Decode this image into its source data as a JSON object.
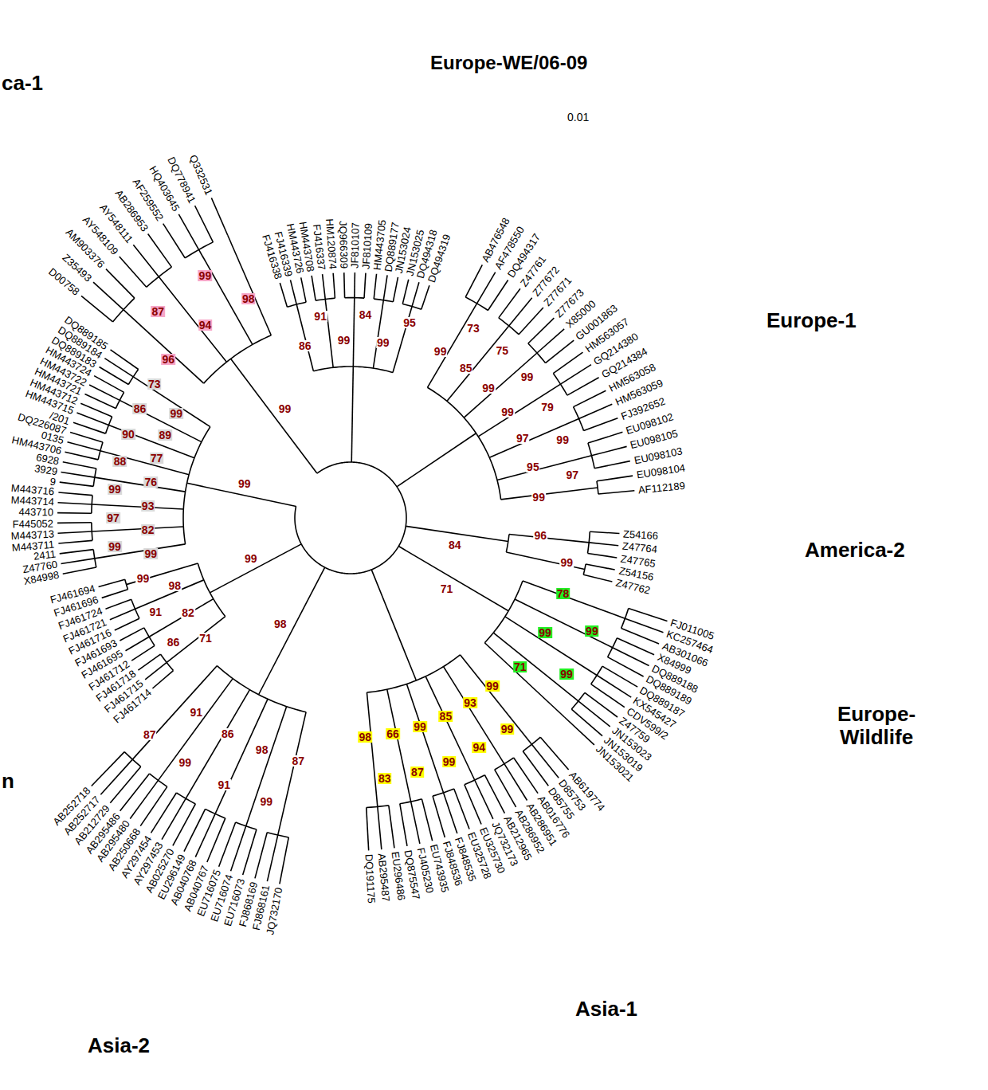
{
  "diagram": {
    "nodes": [
      {
        "text": [
          "ca-1"
        ]
      },
      {
        "text": [
          "Europe-WE/06-09"
        ]
      },
      {
        "text": [
          "Europe-1"
        ]
      },
      {
        "text": [
          "America-2"
        ]
      },
      {
        "text": [
          "n"
        ]
      },
      {
        "text": [
          "Europe- Wildlife"
        ]
      },
      {
        "text": [
          "Asia-1"
        ]
      },
      {
        "text": [
          "Asia-2"
        ]
      }
    ],
    "labels": [
      "D00758",
      "Z35493",
      "AM903376",
      "AY548109",
      "AY548111",
      "AB286953",
      "AF259552",
      "HQ403645",
      "DQ778941",
      "Q332531",
      "96",
      "87",
      "94",
      "99",
      "98",
      "FJ416338",
      "FJ416339",
      "HM443726",
      "HM443708",
      "FJ416337",
      "HM120874",
      "JQ966309",
      "JF810107",
      "JF810109",
      "HM443705",
      "DQ889177",
      "JN153024",
      "JN153025",
      "DQ494318",
      "DQ494319",
      "86",
      "91",
      "99",
      "84",
      "99",
      "95",
      "AB476548",
      "AF478550",
      "DQ494317",
      "Z47761",
      "Z77672",
      "Z77671",
      "Z77673",
      "X85000",
      "GU001863",
      "HM563057",
      "GQ214380",
      "GQ214384",
      "HM563058",
      "HM563059",
      "FJ392652",
      "EU098102",
      "EU098105",
      "EU098103",
      "EU098104",
      "AF112189",
      "99",
      "73",
      "85",
      "75",
      "99",
      "99",
      "99",
      "79",
      "97",
      "99",
      "95",
      "97",
      "99",
      "Z54166",
      "Z47764",
      "Z47765",
      "Z54156",
      "Z47762",
      "96",
      "99",
      "FJ011005",
      "KC257464",
      "AB301066",
      "X84999",
      "DQ889188",
      "DQ889189",
      "DQ889187",
      "KX545427",
      "CDV599/2",
      "Z47759",
      "JN153023",
      "JN153019",
      "JN153021",
      "78",
      "99",
      "99",
      "99",
      "71",
      "AB619774",
      "D85753",
      "D85755",
      "AB016776",
      "AB286951",
      "AB286952",
      "AB212965",
      "JQ732173",
      "EU325730",
      "EU325728",
      "FJ848535",
      "FJ848536",
      "EU743935",
      "FJ405230",
      "DQ875547",
      "EU296486",
      "AB295487",
      "DQ191175",
      "99",
      "99",
      "93",
      "94",
      "85",
      "99",
      "99",
      "87",
      "66",
      "83",
      "98",
      "JQ732170",
      "FJ868161",
      "FJ868169",
      "EU716073",
      "EU716074",
      "EU716075",
      "AB040767",
      "AB040768",
      "EU296149",
      "AB025270",
      "AY297453",
      "AY297454",
      "AB250668",
      "AB295480",
      "AB295486",
      "AB212729",
      "AB252717",
      "AB252718",
      "87",
      "99",
      "98",
      "91",
      "86",
      "99",
      "91",
      "87",
      "FJ461714",
      "FJ461715",
      "FJ461718",
      "FJ461712",
      "FJ461695",
      "FJ461693",
      "FJ461716",
      "FJ461721",
      "FJ461724",
      "FJ461696",
      "FJ461694",
      "71",
      "86",
      "82",
      "91",
      "98",
      "99",
      "X84998",
      "Z47760",
      "2411",
      "M443711",
      "M443713",
      "F445052",
      "443710",
      "M443714",
      "M443716",
      "9",
      "3929",
      "6928",
      "HM443706",
      "0135",
      "DQ226087",
      "/201",
      "HM443715",
      "HM443712",
      "HM443721",
      "HM443722",
      "HM443724",
      "DQ889183",
      "DQ889184",
      "DQ889185",
      "99",
      "99",
      "82",
      "97",
      "93",
      "99",
      "76",
      "88",
      "77",
      "90",
      "89",
      "86",
      "99",
      "73",
      "99",
      "99",
      "99",
      "98",
      "84",
      "71",
      "0.01"
    ]
  }
}
